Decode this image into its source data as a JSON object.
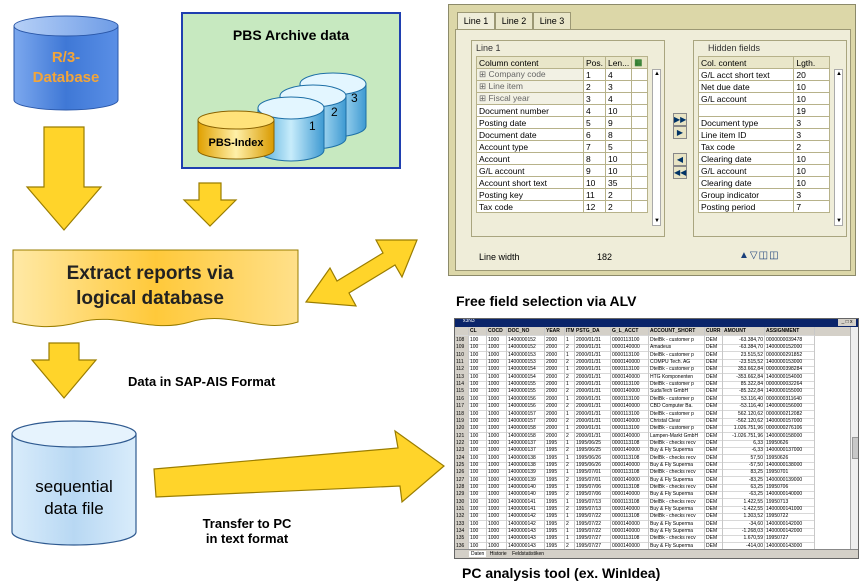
{
  "colors": {
    "arrow_fill": "#ffd42a",
    "arrow_stroke": "#9a7d00",
    "db_blue": "#3f78d6",
    "archive_box": "#c7e9c0",
    "pbs_index": "#ffc000",
    "extract_box": "#ffd66b",
    "seq_file": "#c7dff6"
  },
  "r3_database": {
    "label_line1": "R/3-",
    "label_line2": "Database"
  },
  "archive": {
    "title": "PBS Archive data",
    "index_label": "PBS-Index",
    "disk_numbers": [
      "1",
      "2",
      "3"
    ]
  },
  "extract_box": {
    "line1": "Extract reports via",
    "line2": "logical database"
  },
  "labels": {
    "data_format": "Data in SAP-AIS Format",
    "transfer_line1": "Transfer to PC",
    "transfer_line2": "in text format",
    "free_field": "Free field selection via ALV",
    "pc_tool": "PC analysis tool  (ex. WinIdea)"
  },
  "seq_file": {
    "line1": "sequential",
    "line2": "data file"
  },
  "sap_dialog": {
    "tabs": [
      "Line 1",
      "Line 2",
      "Line 3"
    ],
    "left_title": "Line 1",
    "left_headers": [
      "Column content",
      "Pos.",
      "Len..."
    ],
    "left_rows": [
      {
        "name": "Company code",
        "pos": "1",
        "len": "4",
        "key": true
      },
      {
        "name": "Line item",
        "pos": "2",
        "len": "3",
        "key": true
      },
      {
        "name": "Fiscal year",
        "pos": "3",
        "len": "4",
        "key": true
      },
      {
        "name": "Document number",
        "pos": "4",
        "len": "10",
        "key": false
      },
      {
        "name": "Posting date",
        "pos": "5",
        "len": "9",
        "key": false
      },
      {
        "name": "Document date",
        "pos": "6",
        "len": "8",
        "key": false
      },
      {
        "name": "Account type",
        "pos": "7",
        "len": "5",
        "key": false
      },
      {
        "name": "Account",
        "pos": "8",
        "len": "10",
        "key": false
      },
      {
        "name": "G/L account",
        "pos": "9",
        "len": "10",
        "key": false
      },
      {
        "name": "Account short text",
        "pos": "10",
        "len": "35",
        "key": false
      },
      {
        "name": "Posting key",
        "pos": "11",
        "len": "2",
        "key": false
      },
      {
        "name": "Tax code",
        "pos": "12",
        "len": "2",
        "key": false
      }
    ],
    "right_title": "Hidden fields",
    "right_headers": [
      "Col. content",
      "Lgth."
    ],
    "right_rows": [
      {
        "name": "G/L acct short text",
        "len": "20"
      },
      {
        "name": "Net due date",
        "len": "10"
      },
      {
        "name": "G/L account",
        "len": "10"
      },
      {
        "name": "",
        "len": "19"
      },
      {
        "name": "Document type",
        "len": "3"
      },
      {
        "name": "Line item ID",
        "len": "3"
      },
      {
        "name": "Tax code",
        "len": "2"
      },
      {
        "name": "Clearing date",
        "len": "10"
      },
      {
        "name": "G/L account",
        "len": "10"
      },
      {
        "name": "Clearing date",
        "len": "10"
      },
      {
        "name": "Group indicator",
        "len": "3"
      },
      {
        "name": "Posting period",
        "len": "7"
      }
    ],
    "line_width_label": "Line width",
    "line_width_value": "182",
    "move_buttons": [
      "▶▶",
      "▶",
      "◀",
      "◀◀"
    ]
  },
  "spreadsheet": {
    "title": "x3N3",
    "headers": [
      "CL",
      "COCD",
      "DOC_NO",
      "YEAR",
      "ITM",
      "PSTG_DA",
      "G_L_ACCT",
      "ACCOUNT_SHORT",
      "CURR",
      "AMOUNT",
      "ASSIGNMENT"
    ],
    "rows": [
      [
        "100",
        "1000",
        "1400000152",
        "2000",
        "1",
        "2000/01/31",
        "0000113100",
        "DtelBk - customer p",
        "DEM",
        "-63.384,70",
        "0000000039478"
      ],
      [
        "100",
        "1000",
        "1400000152",
        "2000",
        "2",
        "2000/01/31",
        "0000140000",
        "Amadeus",
        "DEM",
        "-63.384,70",
        "1400000152000"
      ],
      [
        "100",
        "1000",
        "1400000153",
        "2000",
        "1",
        "2000/01/31",
        "0000113100",
        "DtelBk - customer p",
        "DEM",
        "23.515,52",
        "0000000291852"
      ],
      [
        "100",
        "1000",
        "1400000153",
        "2000",
        "2",
        "2000/01/31",
        "0000140000",
        "COMPU Tech. AG",
        "DEM",
        "-23.515,52",
        "1400000153000"
      ],
      [
        "100",
        "1000",
        "1400000154",
        "2000",
        "1",
        "2000/01/31",
        "0000113100",
        "DtelBk - customer p",
        "DEM",
        "353.662,84",
        "0000000398284"
      ],
      [
        "100",
        "1000",
        "1400000154",
        "2000",
        "2",
        "2000/01/31",
        "0000140000",
        "HTG Komponenten",
        "DEM",
        "-353.662,84",
        "1400000154000"
      ],
      [
        "100",
        "1000",
        "1400000155",
        "2000",
        "1",
        "2000/01/31",
        "0000113100",
        "DtelBk - customer p",
        "DEM",
        "85.322,84",
        "0000000032264"
      ],
      [
        "100",
        "1000",
        "1400000155",
        "2000",
        "2",
        "2000/01/31",
        "0000140000",
        "SudaTech GmbH",
        "DEM",
        "-85.322,84",
        "1400000155000"
      ],
      [
        "100",
        "1000",
        "1400000156",
        "2000",
        "1",
        "2000/01/31",
        "0000113100",
        "DtelBk - customer p",
        "DEM",
        "53.116,40",
        "0000000311640"
      ],
      [
        "100",
        "1000",
        "1400000156",
        "2000",
        "2",
        "2000/01/31",
        "0000140000",
        "CBD Computer Ba.",
        "DEM",
        "-53.116,40",
        "1400000156000"
      ],
      [
        "100",
        "1000",
        "1400000157",
        "2000",
        "1",
        "2000/01/31",
        "0000113100",
        "DtelBk - customer p",
        "DEM",
        "562.120,62",
        "0000000212082"
      ],
      [
        "100",
        "1000",
        "1400000157",
        "2000",
        "2",
        "2000/01/31",
        "0000140000",
        "Christal Clear",
        "DEM",
        "-562.120,62",
        "1400000157000"
      ],
      [
        "100",
        "1000",
        "1400000158",
        "2000",
        "1",
        "2000/01/31",
        "0000113100",
        "DtelBk - customer p",
        "DEM",
        "1.026.751,96",
        "0000000276106"
      ],
      [
        "100",
        "1000",
        "1400000158",
        "2000",
        "2",
        "2000/01/31",
        "0000140000",
        "Lampen-Markt GmbH",
        "DEM",
        "-1.026.751,96",
        "1400000158000"
      ],
      [
        "100",
        "1000",
        "1400000137",
        "1995",
        "1",
        "1995/06/25",
        "0000113108",
        "DtelBk - checks recv",
        "DEM",
        "6,33",
        "19950626"
      ],
      [
        "100",
        "1000",
        "1400000137",
        "1995",
        "2",
        "1995/06/25",
        "0000140000",
        "Buy & Fly Superma",
        "DEM",
        "-6,33",
        "1400000137000"
      ],
      [
        "100",
        "1000",
        "1400000138",
        "1995",
        "1",
        "1995/06/26",
        "0000113108",
        "DtelBk - checks recv",
        "DEM",
        "57,50",
        "19950626"
      ],
      [
        "100",
        "1000",
        "1400000138",
        "1995",
        "2",
        "1995/06/26",
        "0000140000",
        "Buy & Fly Superma",
        "DEM",
        "-57,50",
        "1400000138000"
      ],
      [
        "100",
        "1000",
        "1400000139",
        "1995",
        "1",
        "1995/07/01",
        "0000113108",
        "DtelBk - checks recv",
        "DEM",
        "83,25",
        "19950701"
      ],
      [
        "100",
        "1000",
        "1400000139",
        "1995",
        "2",
        "1995/07/01",
        "0000140000",
        "Buy & Fly Superma",
        "DEM",
        "-83,25",
        "1400000139000"
      ],
      [
        "100",
        "1000",
        "1400000140",
        "1995",
        "1",
        "1995/07/06",
        "0000113108",
        "DtelBk - checks recv",
        "DEM",
        "63,25",
        "19950706"
      ],
      [
        "100",
        "1000",
        "1400000140",
        "1995",
        "2",
        "1995/07/06",
        "0000140000",
        "Buy & Fly Superma",
        "DEM",
        "-63,25",
        "1400000140000"
      ],
      [
        "100",
        "1000",
        "1400000141",
        "1995",
        "1",
        "1995/07/13",
        "0000113108",
        "DtelBk - checks recv",
        "DEM",
        "1.422,55",
        "19950713"
      ],
      [
        "100",
        "1000",
        "1400000141",
        "1995",
        "2",
        "1995/07/13",
        "0000140000",
        "Buy & Fly Superma",
        "DEM",
        "-1.422,55",
        "1400000141000"
      ],
      [
        "100",
        "1000",
        "1400000142",
        "1995",
        "1",
        "1995/07/22",
        "0000113108",
        "DtelBk - checks recv",
        "DEM",
        "1.303,52",
        "19950722"
      ],
      [
        "100",
        "1000",
        "1400000142",
        "1995",
        "2",
        "1995/07/22",
        "0000140000",
        "Buy & Fly Superma",
        "DEM",
        "-34,60",
        "1400000142000"
      ],
      [
        "100",
        "1000",
        "1400000143",
        "1995",
        "1",
        "1995/07/22",
        "0000140000",
        "Buy & Fly Superma",
        "DEM",
        "-1.268,03",
        "1400000142000"
      ],
      [
        "100",
        "1000",
        "1400000143",
        "1995",
        "1",
        "1995/07/27",
        "0000113108",
        "DtelBk - checks recv",
        "DEM",
        "1.670,59",
        "19950727"
      ],
      [
        "100",
        "1000",
        "1400000143",
        "1995",
        "2",
        "1995/07/27",
        "0000140000",
        "Buy & Fly Superma",
        "DEM",
        "-414,00",
        "1400000143000"
      ]
    ],
    "sheet_tabs": [
      "Daten",
      "Historie",
      "Feldstatistiken"
    ]
  }
}
